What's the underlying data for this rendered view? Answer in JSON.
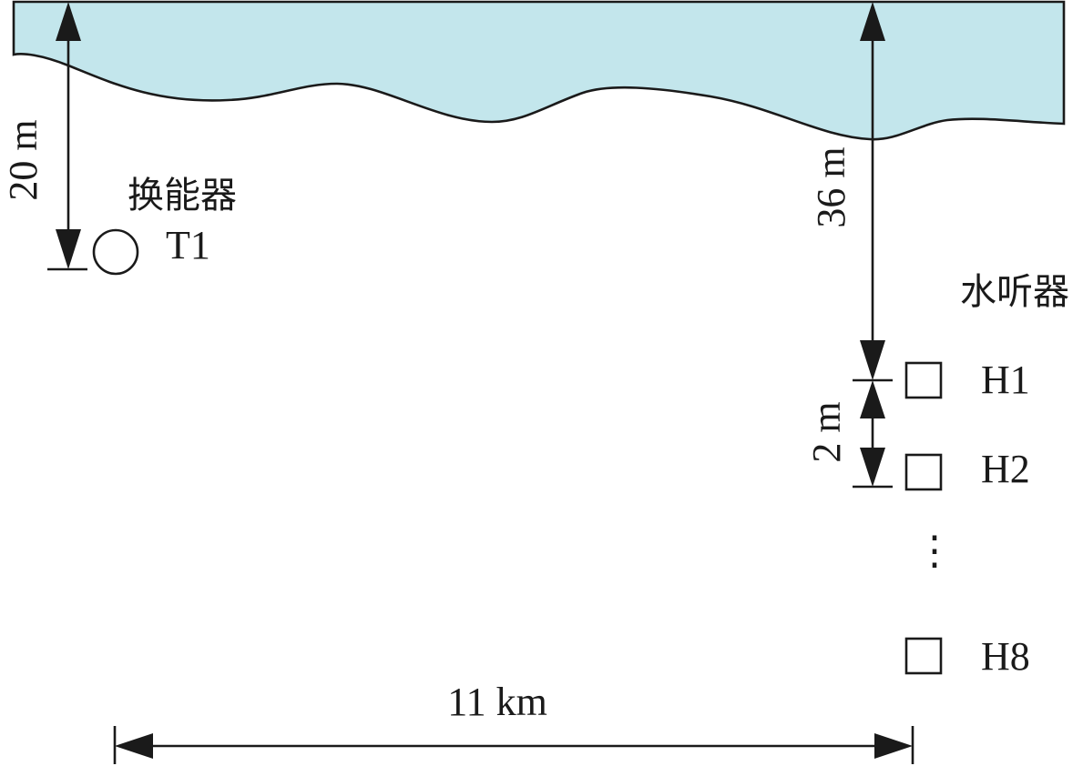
{
  "labels": {
    "transducer_group": "换能器",
    "transducer_id": "T1",
    "hydrophone_group": "水听器",
    "hydrophone_ids": [
      "H1",
      "H2",
      "H8"
    ],
    "ellipsis": "⋮"
  },
  "dimensions": {
    "transducer_depth": "20 m",
    "hydrophone_depth": "36 m",
    "hydrophone_spacing": "2 m",
    "horizontal_range": "11 km"
  },
  "colors": {
    "water": "#c3e6ec",
    "stroke": "#1a1a1a"
  }
}
